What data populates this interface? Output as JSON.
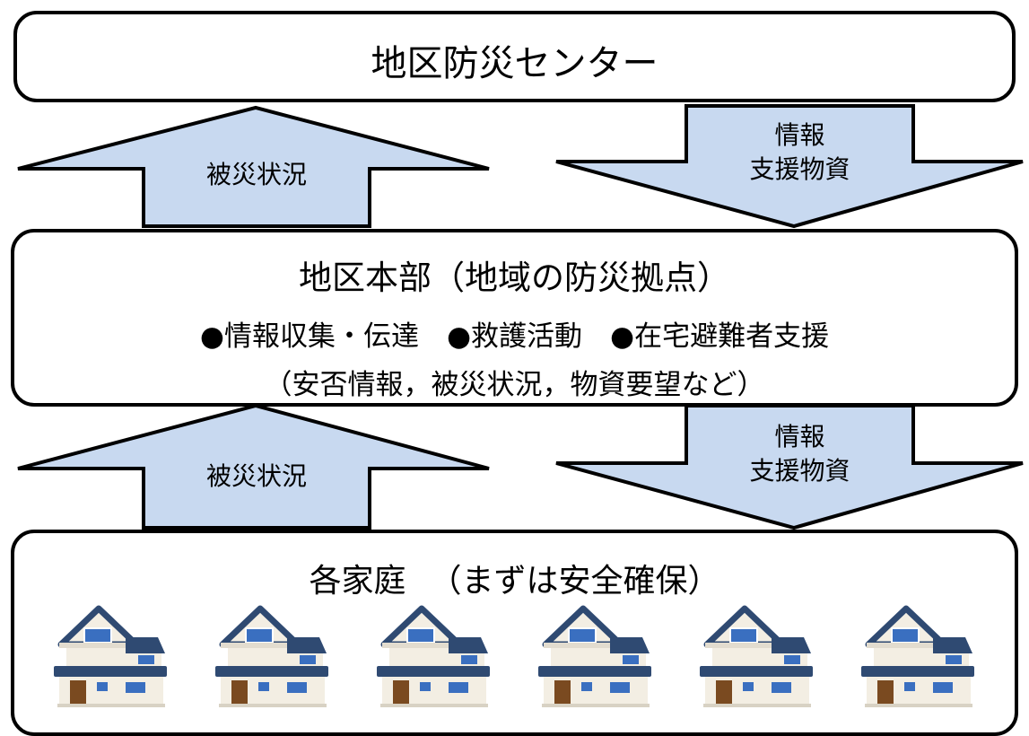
{
  "top": {
    "title": "地区防災センター"
  },
  "middle": {
    "title": "地区本部（地域の防災拠点）",
    "line1": "●情報収集・伝達　●救護活動　●在宅避難者支援",
    "line2": "（安否情報，被災状況，物資要望など）"
  },
  "bottom": {
    "title": "各家庭",
    "subtitle": "（まずは安全確保）"
  },
  "arrows": {
    "upper_up": "被災状況",
    "upper_down": [
      "情報",
      "支援物資"
    ],
    "lower_up": "被災状況",
    "lower_down": [
      "情報",
      "支援物資"
    ]
  },
  "colors": {
    "arrow_fill": "#c8d9f0",
    "roof": "#2f4a72",
    "wall": "#f3eee3"
  },
  "houses": [
    "house-icon",
    "house-icon",
    "house-icon",
    "house-icon",
    "house-icon",
    "house-icon"
  ]
}
